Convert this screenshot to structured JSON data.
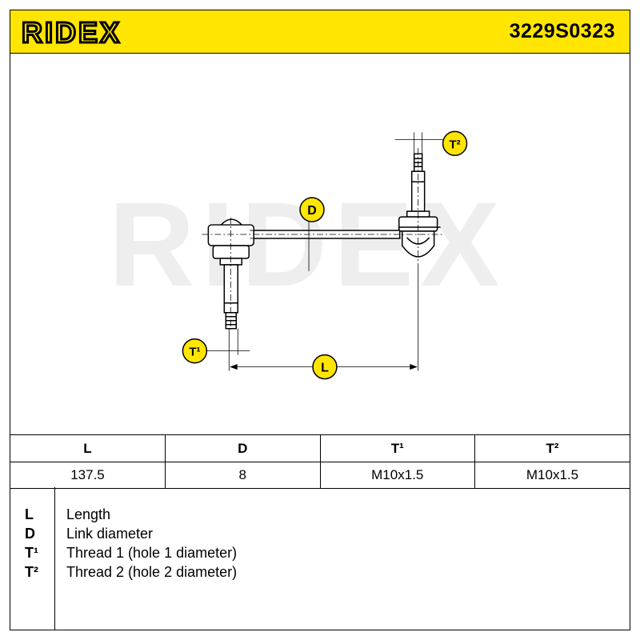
{
  "header": {
    "brand": "RIDEX",
    "part_number": "3229S0323",
    "accent_color": "#FFE500"
  },
  "drawing": {
    "watermark": "RIDEX",
    "callouts": {
      "L": "L",
      "D": "D",
      "T1": "T¹",
      "T2": "T²"
    }
  },
  "specs": {
    "headers": [
      "L",
      "D",
      "T¹",
      "T²"
    ],
    "values": [
      "137.5",
      "8",
      "M10x1.5",
      "M10x1.5"
    ]
  },
  "legend": [
    {
      "key": "L",
      "desc": "Length"
    },
    {
      "key": "D",
      "desc": "Link diameter"
    },
    {
      "key": "T¹",
      "desc": "Thread 1 (hole 1 diameter)"
    },
    {
      "key": "T²",
      "desc": "Thread 2 (hole 2 diameter)"
    }
  ]
}
